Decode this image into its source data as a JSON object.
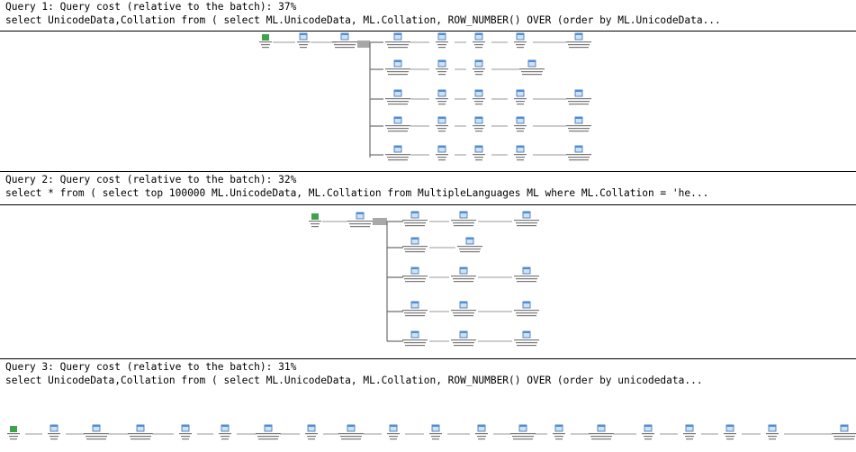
{
  "queries": [
    {
      "title": "Query 1: Query cost (relative to the batch): 37%",
      "sql": "select UnicodeData,Collation from ( select ML.UnicodeData, ML.Collation, ROW_NUMBER() OVER (order by ML.UnicodeData..."
    },
    {
      "title": "Query 2: Query cost (relative to the batch): 32%",
      "sql": "select * from ( select top 100000 ML.UnicodeData, ML.Collation from MultipleLanguages ML where ML.Collation = 'he..."
    },
    {
      "title": "Query 3: Query cost (relative to the batch): 31%",
      "sql": "select UnicodeData,Collation from ( select ML.UnicodeData, ML.Collation, ROW_NUMBER() OVER (order by unicodedata..."
    }
  ]
}
